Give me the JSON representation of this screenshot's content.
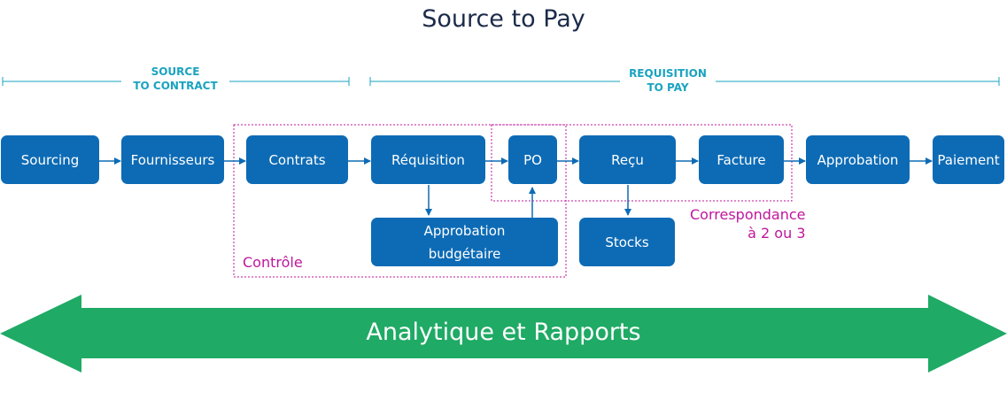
{
  "title": "Source to Pay",
  "phases": [
    {
      "line1": "SOURCE",
      "line2": "TO CONTRACT"
    },
    {
      "line1": "REQUISITION",
      "line2": "TO PAY"
    }
  ],
  "nodes": {
    "sourcing": "Sourcing",
    "fournisseurs": "Fournisseurs",
    "contrats": "Contrats",
    "requisition": "Réquisition",
    "po": "PO",
    "recu": "Reçu",
    "facture": "Facture",
    "approbation": "Approbation",
    "paiement": "Paiement",
    "approbation_budgetaire": {
      "line1": "Approbation",
      "line2": "budgétaire"
    },
    "stocks": "Stocks"
  },
  "notes": {
    "controle": "Contrôle",
    "correspondance": {
      "line1": "Correspondance",
      "line2": "à 2 ou 3"
    }
  },
  "band": {
    "label": "Analytique et Rapports"
  },
  "colors": {
    "node": "#0d6bb5",
    "phase": "#1aa3c0",
    "note": "#c0169b",
    "band": "#1faa65",
    "title": "#1c2b4a"
  }
}
